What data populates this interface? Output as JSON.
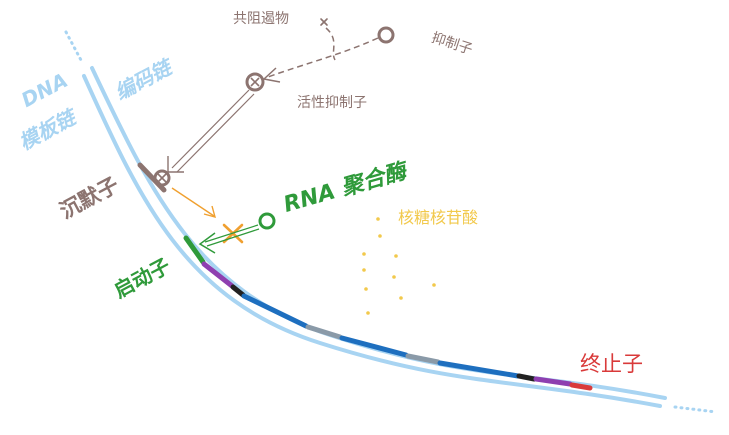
{
  "labels": {
    "dna": "DNA",
    "coding_strand": "编码链",
    "template_strand": "模板链",
    "corepressor": "共阻遏物",
    "repressor": "抑制子",
    "active_repressor": "活性抑制子",
    "silencer": "沉默子",
    "rna_polymerase": "RNA 聚合酶",
    "nucleotides": "核糖核苷酸",
    "promoter": "启动子",
    "terminator": "终止子"
  },
  "colors": {
    "dna_strand": "#a8d4f2",
    "repressor": "#8c7470",
    "polymerase": "#2f9a3a",
    "nucleotide": "#f2c94c",
    "block_arrow": "#f0a030",
    "promoter_segment": "#2f9a3a",
    "purple_segment": "#8e3fb0",
    "blue_segment": "#1e6fbf",
    "gray_segment": "#8a9aa8",
    "black_segment": "#222222",
    "terminator_segment": "#d93a3a"
  },
  "icons": {
    "repressor": "open-circle-icon",
    "active_repressor": "circled-x-icon",
    "corepressor": "x-mark-icon",
    "polymerase": "open-circle-icon"
  }
}
